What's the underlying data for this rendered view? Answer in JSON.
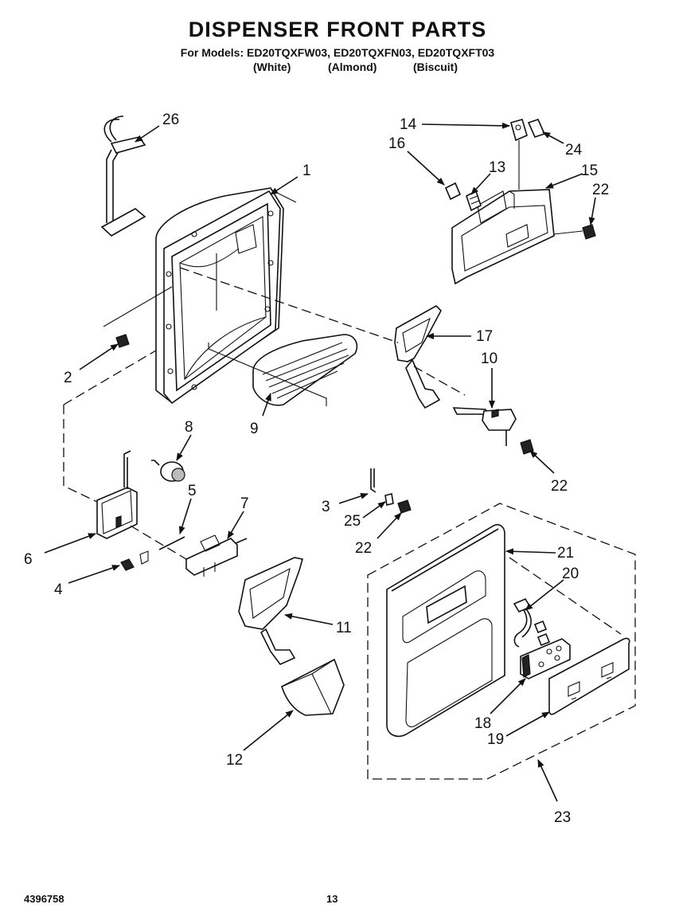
{
  "header": {
    "title": "DISPENSER FRONT PARTS",
    "models": "For Models: ED20TQXFW03, ED20TQXFN03, ED20TQXFT03",
    "color_white": "(White)",
    "color_almond": "(Almond)",
    "color_biscuit": "(Biscuit)"
  },
  "footer": {
    "doc_number": "4396758",
    "page_number": "13"
  },
  "callouts": {
    "c1": "1",
    "c2": "2",
    "c3": "3",
    "c4": "4",
    "c5": "5",
    "c6": "6",
    "c7": "7",
    "c8": "8",
    "c9": "9",
    "c10": "10",
    "c11": "11",
    "c12": "12",
    "c13": "13",
    "c14": "14",
    "c15": "15",
    "c16": "16",
    "c17": "17",
    "c18": "18",
    "c19": "19",
    "c20": "20",
    "c21": "21",
    "c22a": "22",
    "c22b": "22",
    "c22c": "22",
    "c23": "23",
    "c24": "24",
    "c25": "25",
    "c26": "26"
  }
}
